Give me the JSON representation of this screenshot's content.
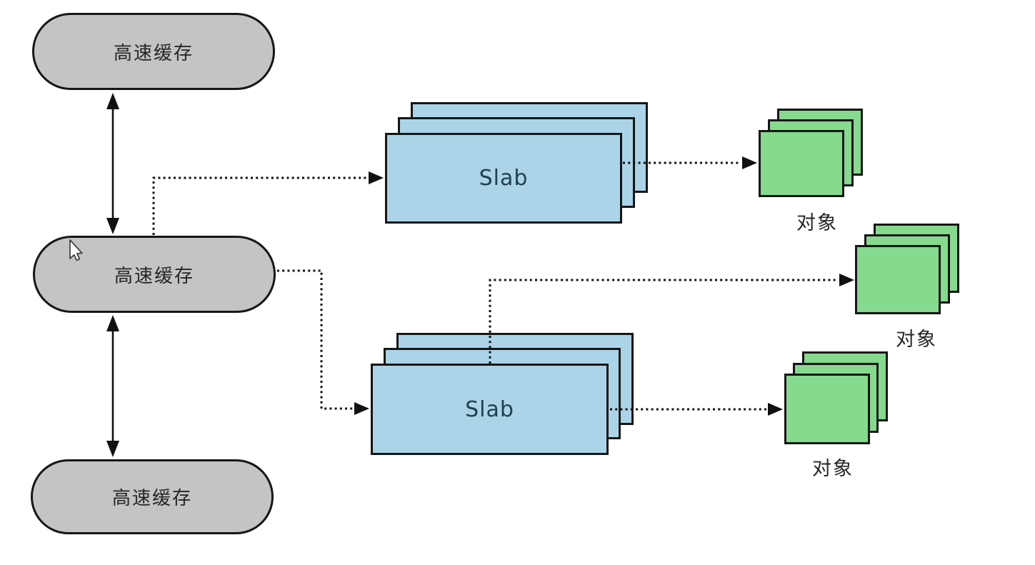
{
  "diagram": {
    "cache_nodes": [
      {
        "label": "高速缓存"
      },
      {
        "label": "高速缓存"
      },
      {
        "label": "高速缓存"
      }
    ],
    "slab_stacks": [
      {
        "label": "Slab"
      },
      {
        "label": "Slab"
      }
    ],
    "object_stacks": [
      {
        "label": "对象"
      },
      {
        "label": "对象"
      },
      {
        "label": "对象"
      }
    ],
    "colors": {
      "background": "#ffffff",
      "cache_fill": "#c4c4c4",
      "slab_fill": "#abd4e8",
      "object_fill": "#85da8d",
      "shape_border": "#161616",
      "connector_color": "#111111",
      "slab_text": "#21404e",
      "label_text": "#262626",
      "cursor_fill": "#fbfbfb",
      "cursor_outline": "#3c3c3c"
    }
  }
}
